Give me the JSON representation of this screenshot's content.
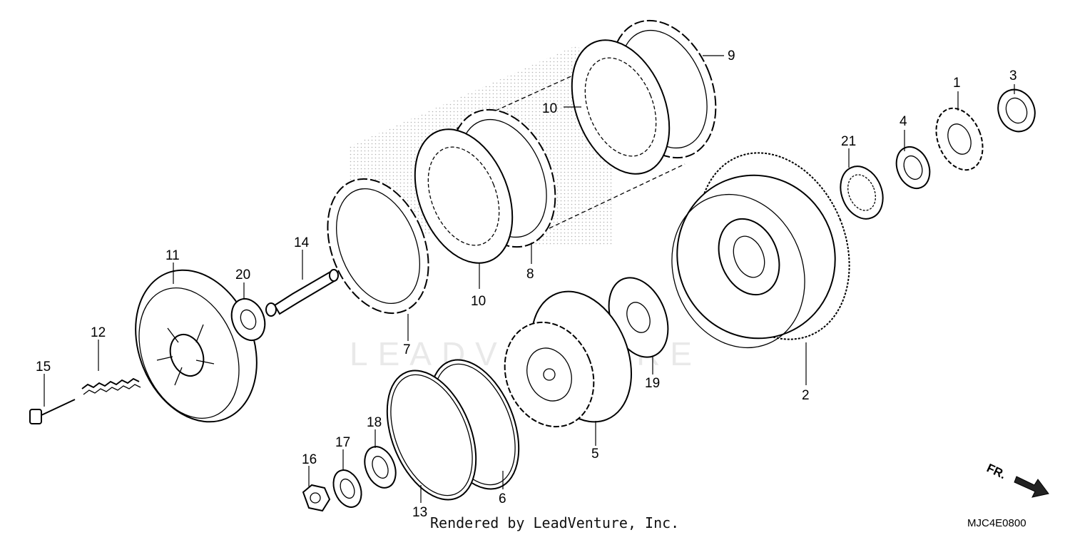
{
  "watermark": "LEADVENTURE",
  "footer": "Rendered by LeadVenture, Inc.",
  "diagram_code": "MJC4E0800",
  "direction_label": "FR.",
  "callouts": {
    "c1": "1",
    "c2": "2",
    "c3": "3",
    "c4": "4",
    "c5": "5",
    "c6": "6",
    "c7": "7",
    "c8": "8",
    "c9": "9",
    "c10a": "10",
    "c10b": "10",
    "c11": "11",
    "c12": "12",
    "c13": "13",
    "c14": "14",
    "c15": "15",
    "c16": "16",
    "c17": "17",
    "c18": "18",
    "c19": "19",
    "c20": "20",
    "c21": "21"
  }
}
